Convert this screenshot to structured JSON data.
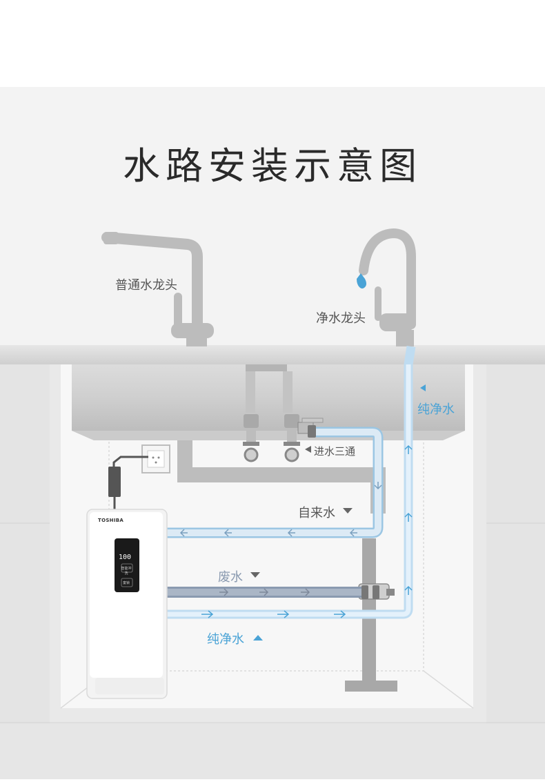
{
  "title": "水路安装示意图",
  "labels": {
    "ordinary_faucet": "普通水龙头",
    "purified_faucet": "净水龙头",
    "pure_water_right": "纯净水",
    "inlet_tee": "进水三通",
    "tap_water": "自来水",
    "waste_water": "废水",
    "pure_water_bottom": "纯净水"
  },
  "device": {
    "brand": "TOSHIBA",
    "display_value": "100",
    "button_1": "智能冲洗",
    "button_2": "童锁"
  },
  "colors": {
    "pure_water_pipe": "#cfe6f6",
    "pure_water_text": "#4aa3d6",
    "tap_water_pipe": "#d3e5f1",
    "waste_pipe": "#9aa6b8",
    "drain_pipe": "#9a9a9a",
    "background": "#f2f2f2"
  }
}
